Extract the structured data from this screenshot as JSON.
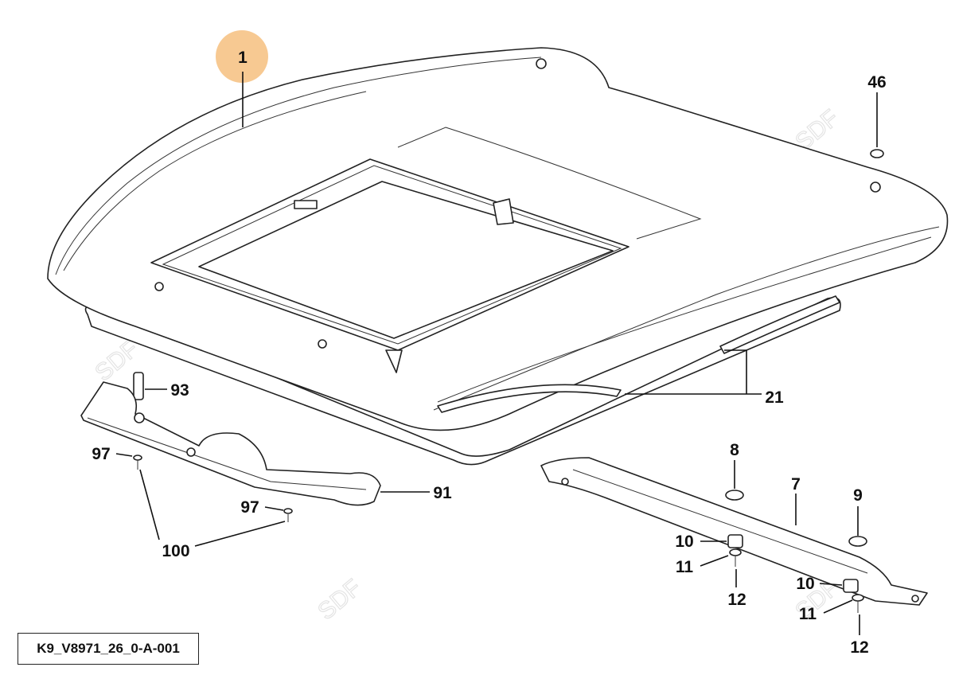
{
  "drawing_id": "K9_V8971_26_0-A-001",
  "watermark": "SDF",
  "highlight_color": "#f7c992",
  "callouts": [
    {
      "id": "c1",
      "label": "1"
    },
    {
      "id": "c46",
      "label": "46"
    },
    {
      "id": "c93",
      "label": "93"
    },
    {
      "id": "c21",
      "label": "21"
    },
    {
      "id": "c97a",
      "label": "97"
    },
    {
      "id": "c91",
      "label": "91"
    },
    {
      "id": "c97b",
      "label": "97"
    },
    {
      "id": "c100",
      "label": "100"
    },
    {
      "id": "c8",
      "label": "8"
    },
    {
      "id": "c7",
      "label": "7"
    },
    {
      "id": "c9",
      "label": "9"
    },
    {
      "id": "c10a",
      "label": "10"
    },
    {
      "id": "c11a",
      "label": "11"
    },
    {
      "id": "c12a",
      "label": "12"
    },
    {
      "id": "c10b",
      "label": "10"
    },
    {
      "id": "c11b",
      "label": "11"
    },
    {
      "id": "c12b",
      "label": "12"
    }
  ]
}
